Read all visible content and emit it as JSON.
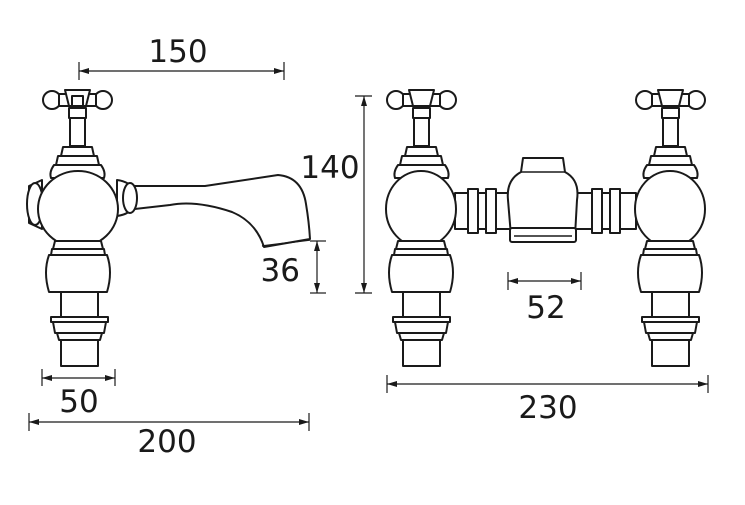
{
  "dimensions": {
    "spout_reach": "150",
    "spout_height": "36",
    "base_width": "50",
    "pillar_depth": "200",
    "bridge_height": "140",
    "bridge_center": "52",
    "bridge_width": "230"
  }
}
